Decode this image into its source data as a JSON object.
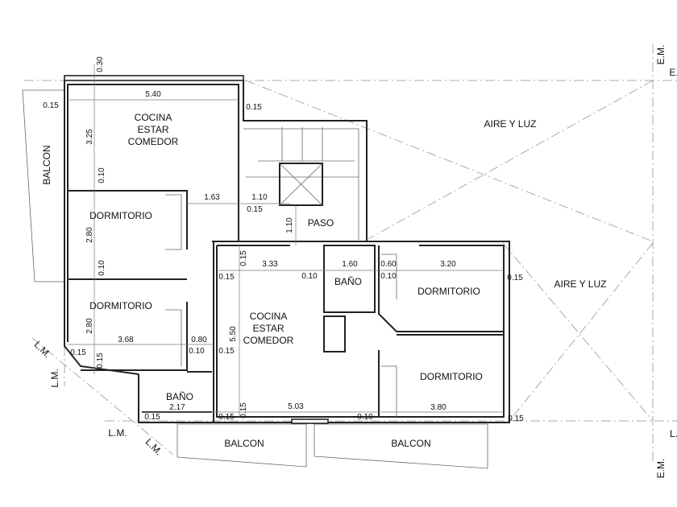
{
  "rooms": [
    "COCINA",
    "ESTAR",
    "COMEDOR",
    "DORMITORIO",
    "DORMITORIO",
    "BAÑO",
    "COCINA",
    "ESTAR",
    "COMEDOR",
    "PASO",
    "BAÑO",
    "DORMITORIO",
    "DORMITORIO",
    "AIRE Y LUZ",
    "AIRE Y LUZ",
    "BALCON",
    "BALCON",
    "BALCON"
  ],
  "markers": [
    "L.M.",
    "L.M.",
    "L.M.",
    "L.M.",
    "E.M.",
    "E.",
    "E.M.",
    "L."
  ],
  "dims": [
    "0.30",
    "5.40",
    "0.15",
    "0.15",
    "3.25",
    "0.10",
    "1.63",
    "1.10",
    "0.15",
    "1.10",
    "2.80",
    "0.10",
    "0.15",
    "3.33",
    "0.10",
    "0.15",
    "1.60",
    "0.60",
    "0.10",
    "3.20",
    "0.15",
    "2.80",
    "3.68",
    "0.80",
    "0.10",
    "0.15",
    "5.50",
    "0.15",
    "0.15",
    "2.17",
    "5.03",
    "0.15",
    "0.15",
    "0.15",
    "0.10",
    "3.80",
    "0.15"
  ]
}
